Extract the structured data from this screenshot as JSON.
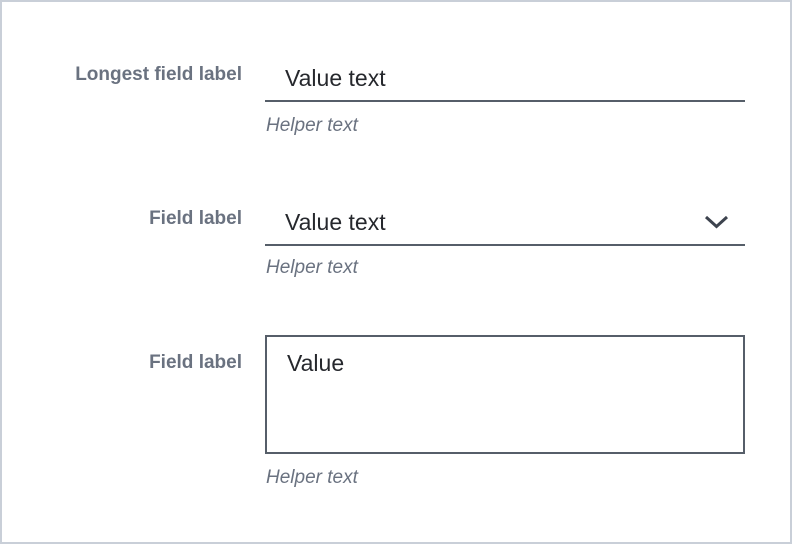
{
  "panel": {
    "fields": [
      {
        "type": "text",
        "label": "Longest field label",
        "value": "Value text",
        "helper": "Helper text"
      },
      {
        "type": "select",
        "label": "Field label",
        "value": "Value text",
        "helper": "Helper text",
        "icon": "chevron-down-icon"
      },
      {
        "type": "textarea",
        "label": "Field label",
        "value": "Value",
        "helper": "Helper text"
      }
    ],
    "colors": {
      "background": "#ffffff",
      "panel_border": "#c9cfd8",
      "label_text": "#6a7280",
      "value_text": "#26282d",
      "helper_text": "#6a7280",
      "field_line": "#565e69",
      "chevron": "#3d434e"
    }
  }
}
